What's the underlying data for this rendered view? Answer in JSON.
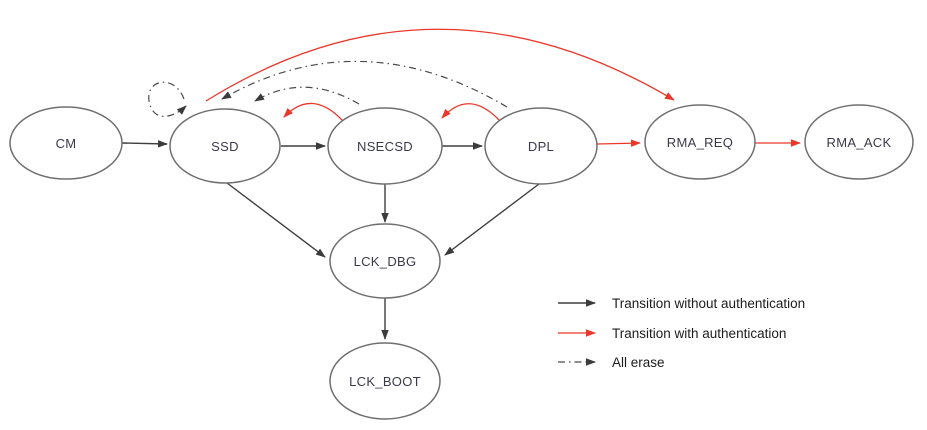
{
  "diagram": {
    "nodes": [
      {
        "id": "cm",
        "label": "CM"
      },
      {
        "id": "ssd",
        "label": "SSD"
      },
      {
        "id": "nsecsd",
        "label": "NSECSD"
      },
      {
        "id": "dpl",
        "label": "DPL"
      },
      {
        "id": "rma_req",
        "label": "RMA_REQ"
      },
      {
        "id": "rma_ack",
        "label": "RMA_ACK"
      },
      {
        "id": "lck_dbg",
        "label": "LCK_DBG"
      },
      {
        "id": "lck_boot",
        "label": "LCK_BOOT"
      }
    ],
    "edges": [
      {
        "from": "CM",
        "to": "SSD",
        "type": "transition-without-authentication"
      },
      {
        "from": "SSD",
        "to": "NSECSD",
        "type": "transition-without-authentication"
      },
      {
        "from": "NSECSD",
        "to": "DPL",
        "type": "transition-without-authentication"
      },
      {
        "from": "SSD",
        "to": "LCK_DBG",
        "type": "transition-without-authentication"
      },
      {
        "from": "NSECSD",
        "to": "LCK_DBG",
        "type": "transition-without-authentication"
      },
      {
        "from": "DPL",
        "to": "LCK_DBG",
        "type": "transition-without-authentication"
      },
      {
        "from": "LCK_DBG",
        "to": "LCK_BOOT",
        "type": "transition-without-authentication"
      },
      {
        "from": "DPL",
        "to": "RMA_REQ",
        "type": "transition-with-authentication"
      },
      {
        "from": "RMA_REQ",
        "to": "RMA_ACK",
        "type": "transition-with-authentication"
      },
      {
        "from": "SSD",
        "to": "RMA_REQ",
        "type": "transition-with-authentication"
      },
      {
        "from": "NSECSD",
        "to": "SSD",
        "type": "transition-with-authentication"
      },
      {
        "from": "DPL",
        "to": "NSECSD",
        "type": "transition-with-authentication"
      },
      {
        "from": "SSD",
        "to": "SSD",
        "type": "all-erase"
      },
      {
        "from": "NSECSD",
        "to": "SSD",
        "type": "all-erase"
      },
      {
        "from": "DPL",
        "to": "SSD",
        "type": "all-erase"
      }
    ],
    "legend": [
      {
        "style": "solid-black-arrow",
        "label": "Transition without authentication"
      },
      {
        "style": "solid-red-arrow",
        "label": "Transition with authentication"
      },
      {
        "style": "dash-dot-black-arrow",
        "label": "All erase"
      }
    ],
    "colors": {
      "transition_without_auth": "#3f3f3f",
      "transition_with_auth": "#ea372b",
      "all_erase": "#4a4a4a",
      "node_stroke": "#6f6f6f",
      "node_label": "#3a3a4a",
      "background": "#ffffff"
    }
  }
}
